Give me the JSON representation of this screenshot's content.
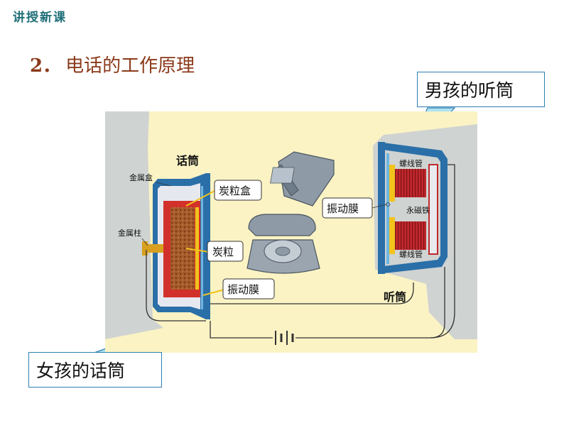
{
  "header": {
    "tag": "讲授新课"
  },
  "section": {
    "number": "2．",
    "title": "电话的工作原理"
  },
  "callouts": {
    "boy_earpiece": "男孩的听筒",
    "girl_mouthpiece": "女孩的话筒"
  },
  "diagram": {
    "mouthpiece": {
      "heading": "话筒",
      "metal_box": "金属盒",
      "metal_post": "金属柱",
      "carbon_box": "炭粒盒",
      "carbon_grains": "炭粒",
      "diaphragm": "振动膜"
    },
    "earpiece": {
      "heading": "听筒",
      "coil_top": "螺线管",
      "coil_bottom": "螺线管",
      "magnet": "永磁铁",
      "diaphragm": "振动膜"
    }
  },
  "colors": {
    "panel_bg": "#fbf3c4",
    "gray_shape": "#cfd3d2",
    "casing_blue": "#2a6fa8",
    "callout_border": "#2e7fb0",
    "callout_fill": "#aee2f3",
    "coil_red": "#c0282c",
    "carbon_brown": "#a55b2a"
  },
  "icons": [
    "desk-phone-icon",
    "rotary-phone-icon",
    "battery-symbol-icon"
  ]
}
